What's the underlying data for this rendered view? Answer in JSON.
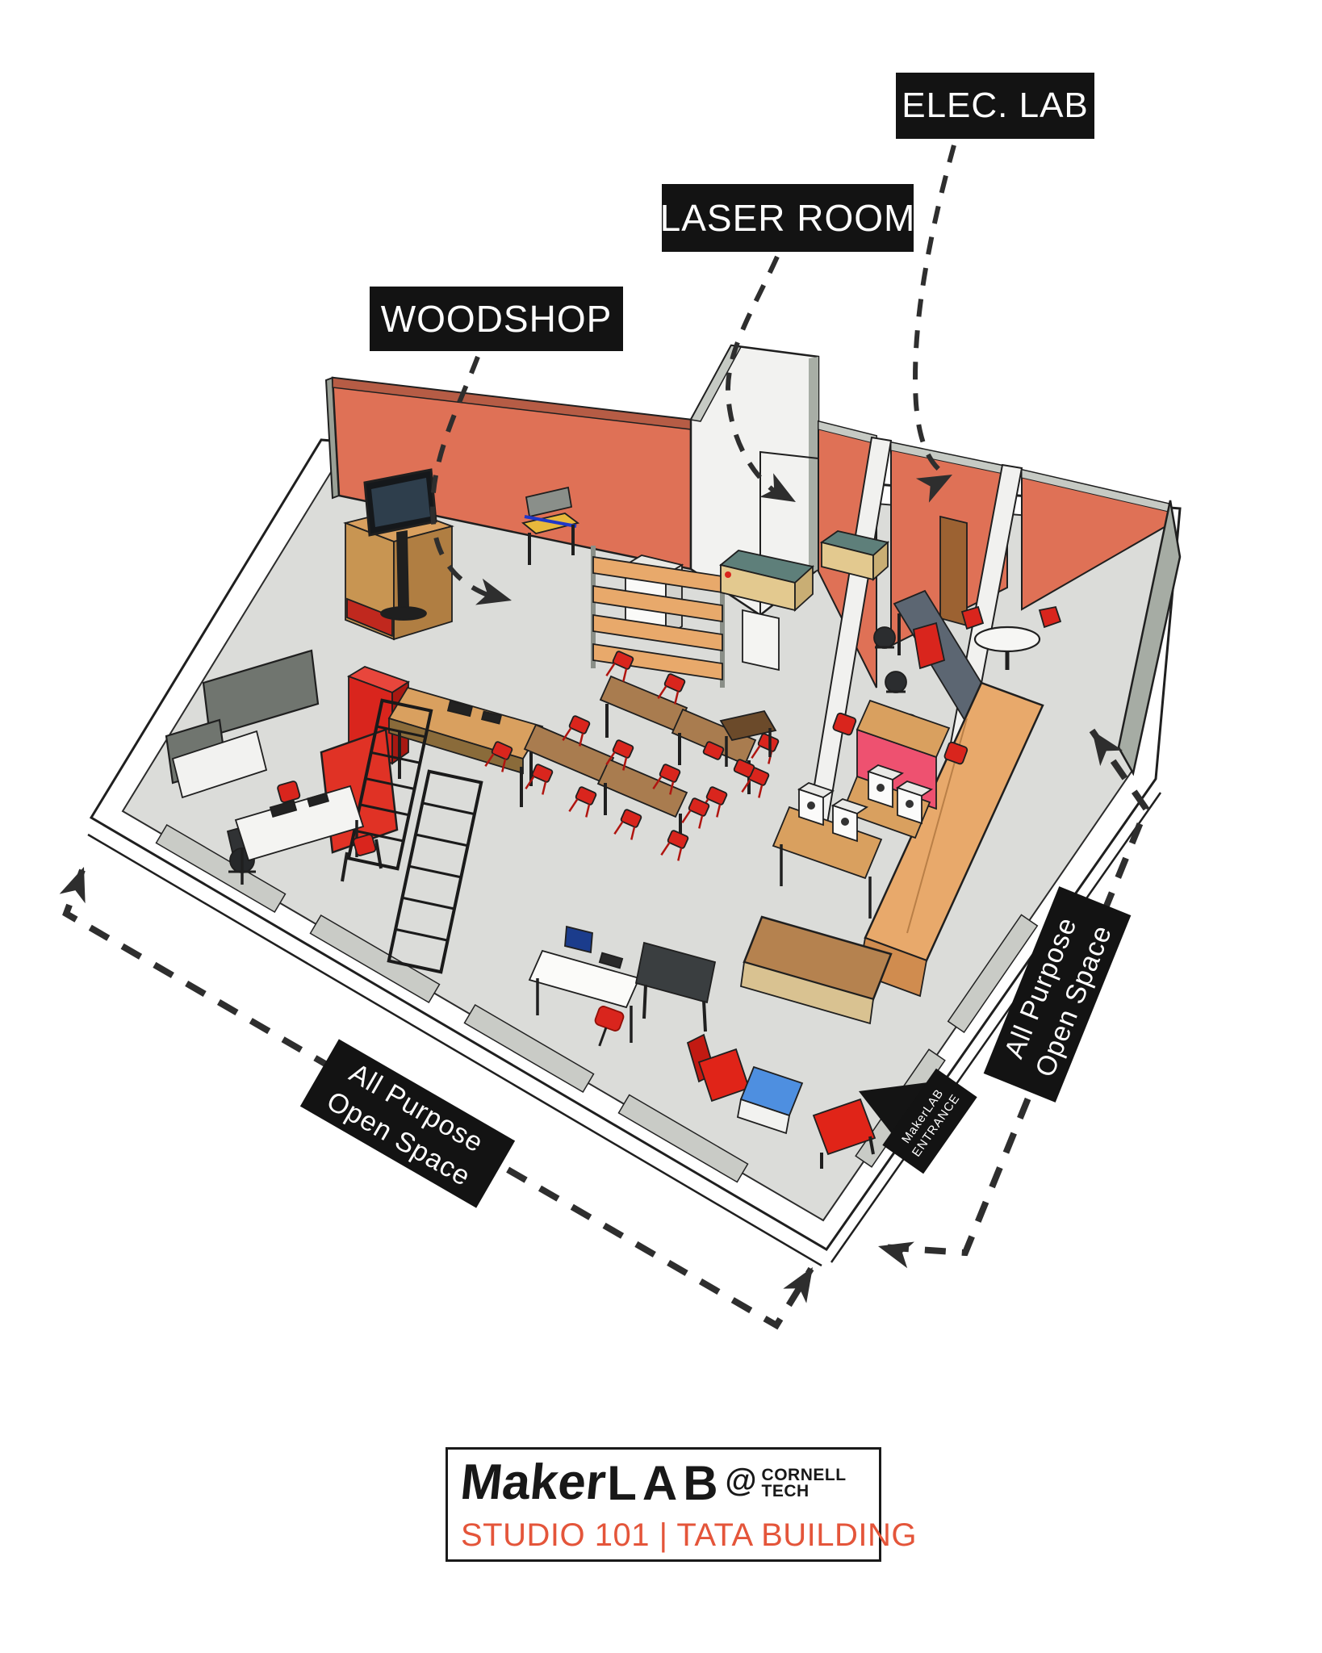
{
  "callouts": {
    "woodshop": "WOODSHOP",
    "laser_room": "LASER ROOM",
    "elec_lab": "ELEC. LAB"
  },
  "open_space": {
    "line1": "All Purpose",
    "line2": "Open Space"
  },
  "entrance": {
    "line1": "MakerLAB",
    "line2": "ENTRANCE"
  },
  "logo": {
    "brand_maker": "Maker",
    "brand_lab": "LAB",
    "at_symbol": "@",
    "org_line1": "CORNELL",
    "org_line2": "TECH",
    "subtitle": "STUDIO 101 | TATA BUILDING"
  },
  "colors": {
    "wall_orange": "#DF7156",
    "floor_gray": "#DBDCD9",
    "accent_red": "#D9251D",
    "wood_tan": "#D9A05F",
    "counter_orange": "#E8A96B",
    "table_brown": "#A97C4F",
    "label_black": "#131313",
    "logo_orange": "#E4553A",
    "ottoman_blue": "#4E8FE0",
    "partition_gray": "#70756F",
    "pink_panel": "#EE5170"
  }
}
